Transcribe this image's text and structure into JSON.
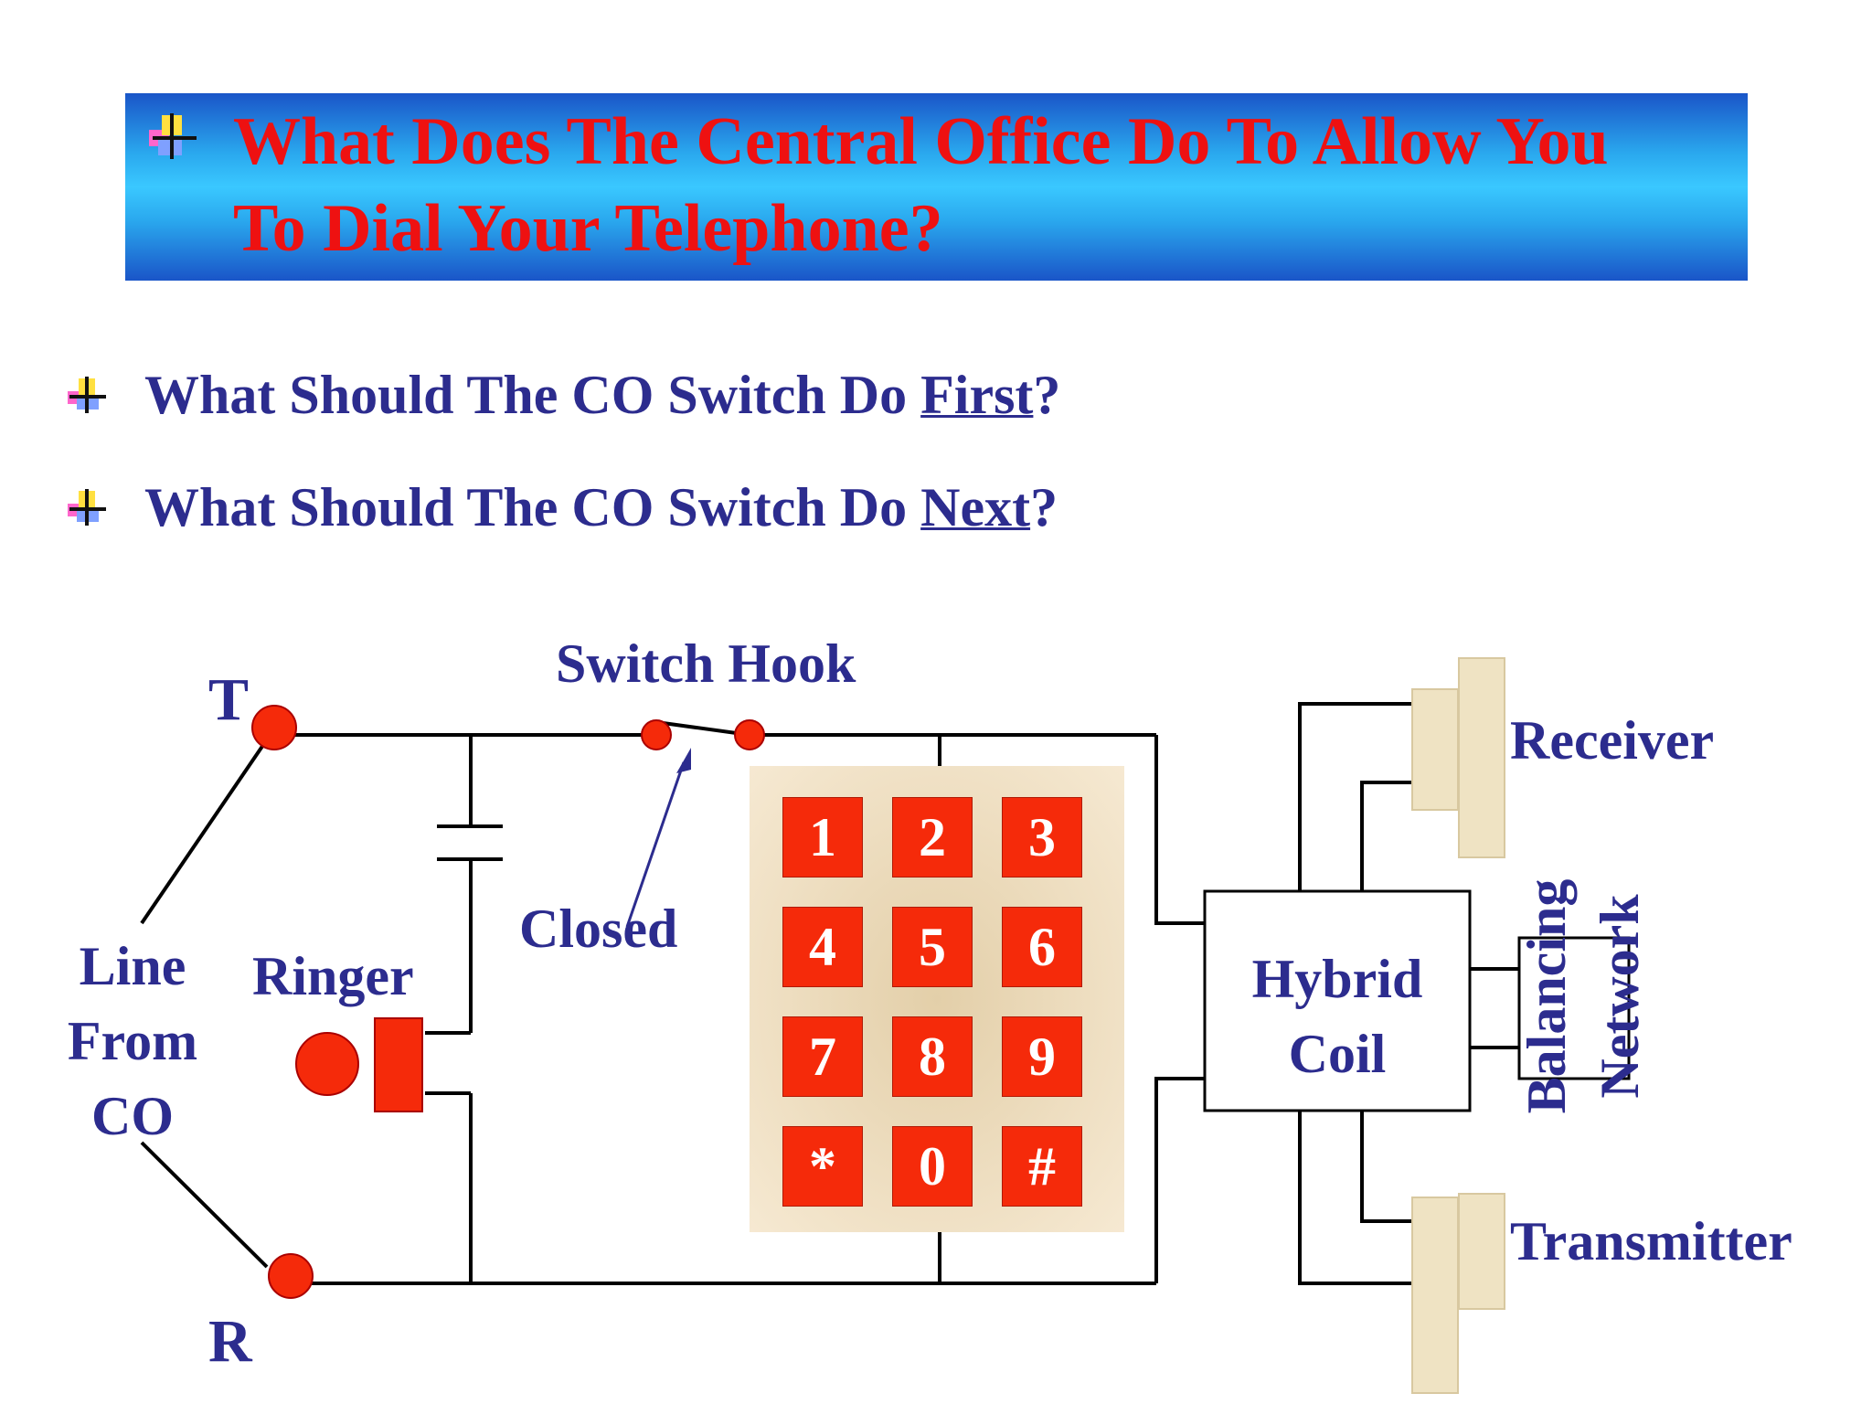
{
  "title": {
    "line1": "What Does The Central Office Do To Allow You",
    "line2": "To Dial Your Telephone?"
  },
  "bullets": [
    {
      "prefix": "What Should The CO Switch Do ",
      "emph": "First",
      "suffix": "?"
    },
    {
      "prefix": "What Should The CO Switch Do ",
      "emph": "Next",
      "suffix": "?"
    }
  ],
  "diagram": {
    "tip_label": "T",
    "ring_label": "R",
    "line_label": [
      "Line",
      "From",
      "CO"
    ],
    "switch_hook_label": "Switch Hook",
    "closed_label": "Closed",
    "ringer_label": "Ringer",
    "hybrid_label": [
      "Hybrid",
      "Coil"
    ],
    "receiver_label": "Receiver",
    "transmitter_label": "Transmitter",
    "balancing_label": [
      "Balancing",
      "Network"
    ],
    "keypad": [
      "1",
      "2",
      "3",
      "4",
      "5",
      "6",
      "7",
      "8",
      "9",
      "*",
      "0",
      "#"
    ]
  },
  "colors": {
    "title_text": "#ee1111",
    "body_text": "#2c2c8e",
    "terminal": "#f52a0a",
    "key_fill": "#f52a0a",
    "keypad_bg": "#f0e2c8"
  }
}
